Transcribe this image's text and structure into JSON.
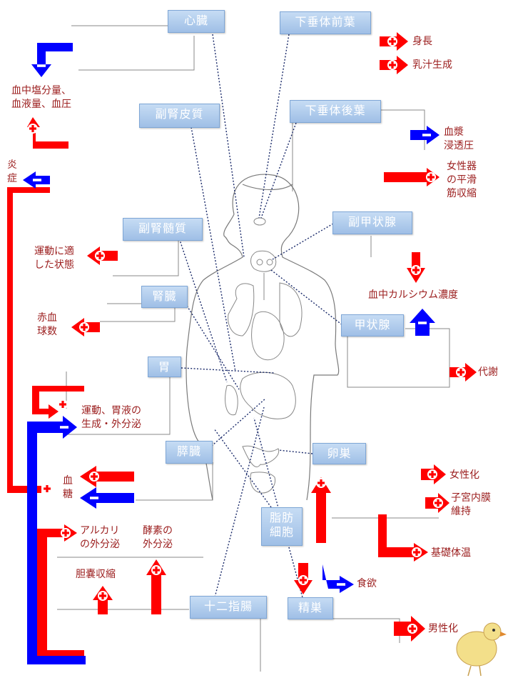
{
  "organs": {
    "heart": "心臓",
    "anterior_pituitary": "下垂体前葉",
    "posterior_pituitary": "下垂体後葉",
    "adrenal_cortex": "副腎皮質",
    "adrenal_medulla": "副腎髄質",
    "parathyroid": "副甲状腺",
    "kidney": "腎臓",
    "thyroid": "甲状腺",
    "stomach": "胃",
    "pancreas": "膵臓",
    "ovary": "卵巣",
    "fat_cells": "脂肪\n細胞",
    "duodenum": "十二指腸",
    "testis": "精巣"
  },
  "effects": {
    "height": "身長",
    "lactation": "乳汁生成",
    "blood_salt": "血中塩分量、\n血液量、血圧",
    "inflammation": "炎\n症",
    "plasma_osmotic": "血漿\n浸透圧",
    "smooth_muscle": "女性器\nの平滑\n筋収縮",
    "exercise_state": "運動に適\nした状態",
    "blood_calcium": "血中カルシウム濃度",
    "red_blood_cells": "赤血\n球数",
    "metabolism": "代謝",
    "gastric": "運動、胃液の\n生成・外分泌",
    "blood_sugar": "血\n糖",
    "feminization": "女性化",
    "uterine_lining": "子宮内膜\n維持",
    "alkali": "アルカリ\nの外分泌",
    "enzyme": "酵素の\n外分泌",
    "basal_temp": "基礎体温",
    "gallbladder": "胆嚢収縮",
    "appetite": "食欲",
    "masculinization": "男性化"
  },
  "colors": {
    "increase": "#ff0000",
    "decrease": "#0000ff",
    "organ_fill": "#a9c8ee",
    "label_text": "#9b1d1d"
  },
  "symbols": {
    "plus": "+",
    "minus": "−"
  }
}
